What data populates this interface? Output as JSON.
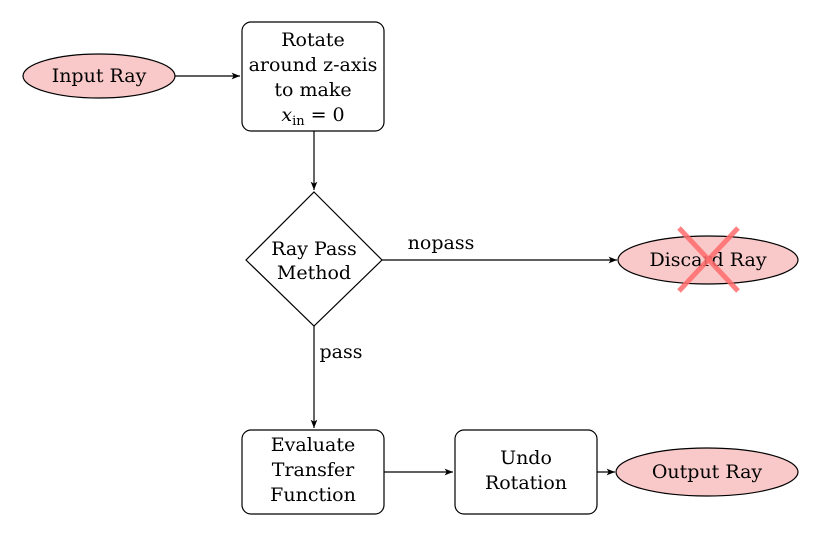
{
  "colors": {
    "terminal_fill": "#f9c9c9",
    "stroke": "#000000",
    "cross": "#ff6b6b"
  },
  "nodes": {
    "input": {
      "label": "Input Ray"
    },
    "rotate": {
      "lines": [
        "Rotate",
        "around z-axis",
        "to make"
      ],
      "math_var": "x",
      "math_sub": "in",
      "math_rest": "= 0"
    },
    "decision": {
      "lines": [
        "Ray Pass",
        "Method"
      ]
    },
    "discard": {
      "label": "Discard Ray"
    },
    "evaluate": {
      "lines": [
        "Evaluate",
        "Transfer",
        "Function"
      ]
    },
    "undo": {
      "lines": [
        "Undo",
        "Rotation"
      ]
    },
    "output": {
      "label": "Output Ray"
    }
  },
  "edges": {
    "nopass": "nopass",
    "pass": "pass"
  }
}
